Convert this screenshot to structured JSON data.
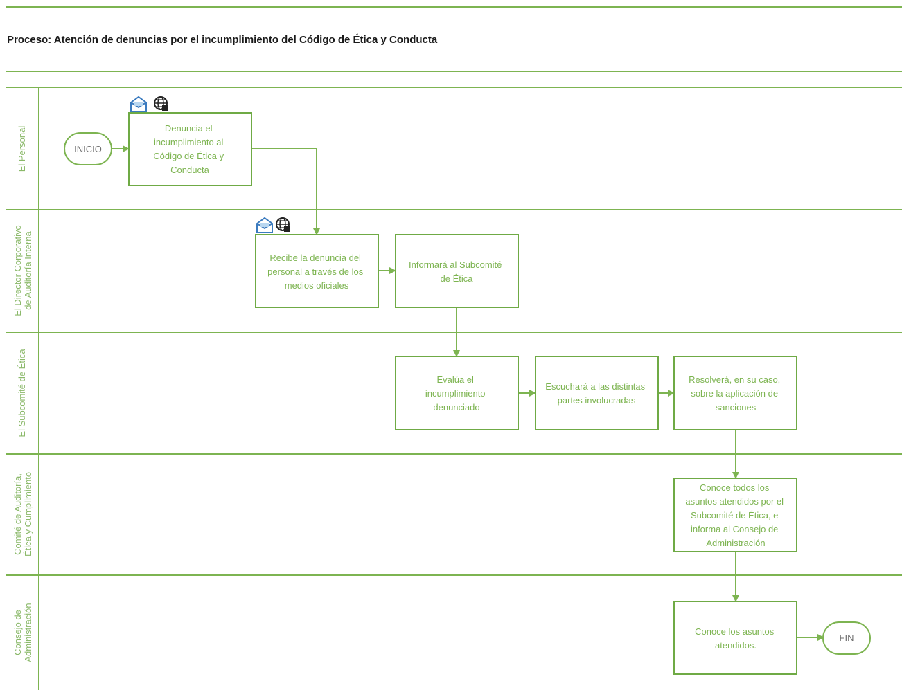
{
  "title": "Proceso: Atención de denuncias por el incumplimiento del Código de Ética y Conducta",
  "lanes": [
    {
      "lines": [
        "El Personal"
      ]
    },
    {
      "lines": [
        "El Director Corporativo",
        "de Auditoría Interna"
      ]
    },
    {
      "lines": [
        "El Subcomité de Ética"
      ]
    },
    {
      "lines": [
        "Comité de Auditoría,",
        "Ética y Cumplimiento"
      ]
    },
    {
      "lines": [
        "Consejo de",
        "Administración"
      ]
    }
  ],
  "terminals": {
    "start": "INICIO",
    "end": "FIN"
  },
  "activities": {
    "denuncia": [
      "Denuncia el",
      "incumplimiento al",
      "Código de Ética y",
      "Conducta"
    ],
    "recibe": [
      "Recibe la denuncia del",
      "personal a través de los",
      "medios oficiales"
    ],
    "informa_subcomite": [
      "Informará al Subcomité",
      "de Ética"
    ],
    "evalua": [
      "Evalúa el",
      "incumplimiento",
      "denunciado"
    ],
    "escucha": [
      "Escuchará a las distintas",
      "partes involucradas"
    ],
    "resuelve": [
      "Resolverá, en su caso,",
      "sobre la aplicación de",
      "sanciones"
    ],
    "conoce_todos": [
      "Conoce todos los",
      "asuntos atendidos por el",
      "Subcomité de Ética, e",
      "informa al Consejo de",
      "Administración"
    ],
    "conoce_asuntos": [
      "Conoce los asuntos",
      "atendidos."
    ]
  },
  "icons": [
    "email-icon",
    "web-globe-icon"
  ],
  "colors": {
    "line": "#7db451",
    "box_stroke": "#6faa45",
    "box_text": "#7db451",
    "lane_text": "#8bb96a",
    "title": "#1a1a1a",
    "icon_blue": "#3b7bbf"
  }
}
